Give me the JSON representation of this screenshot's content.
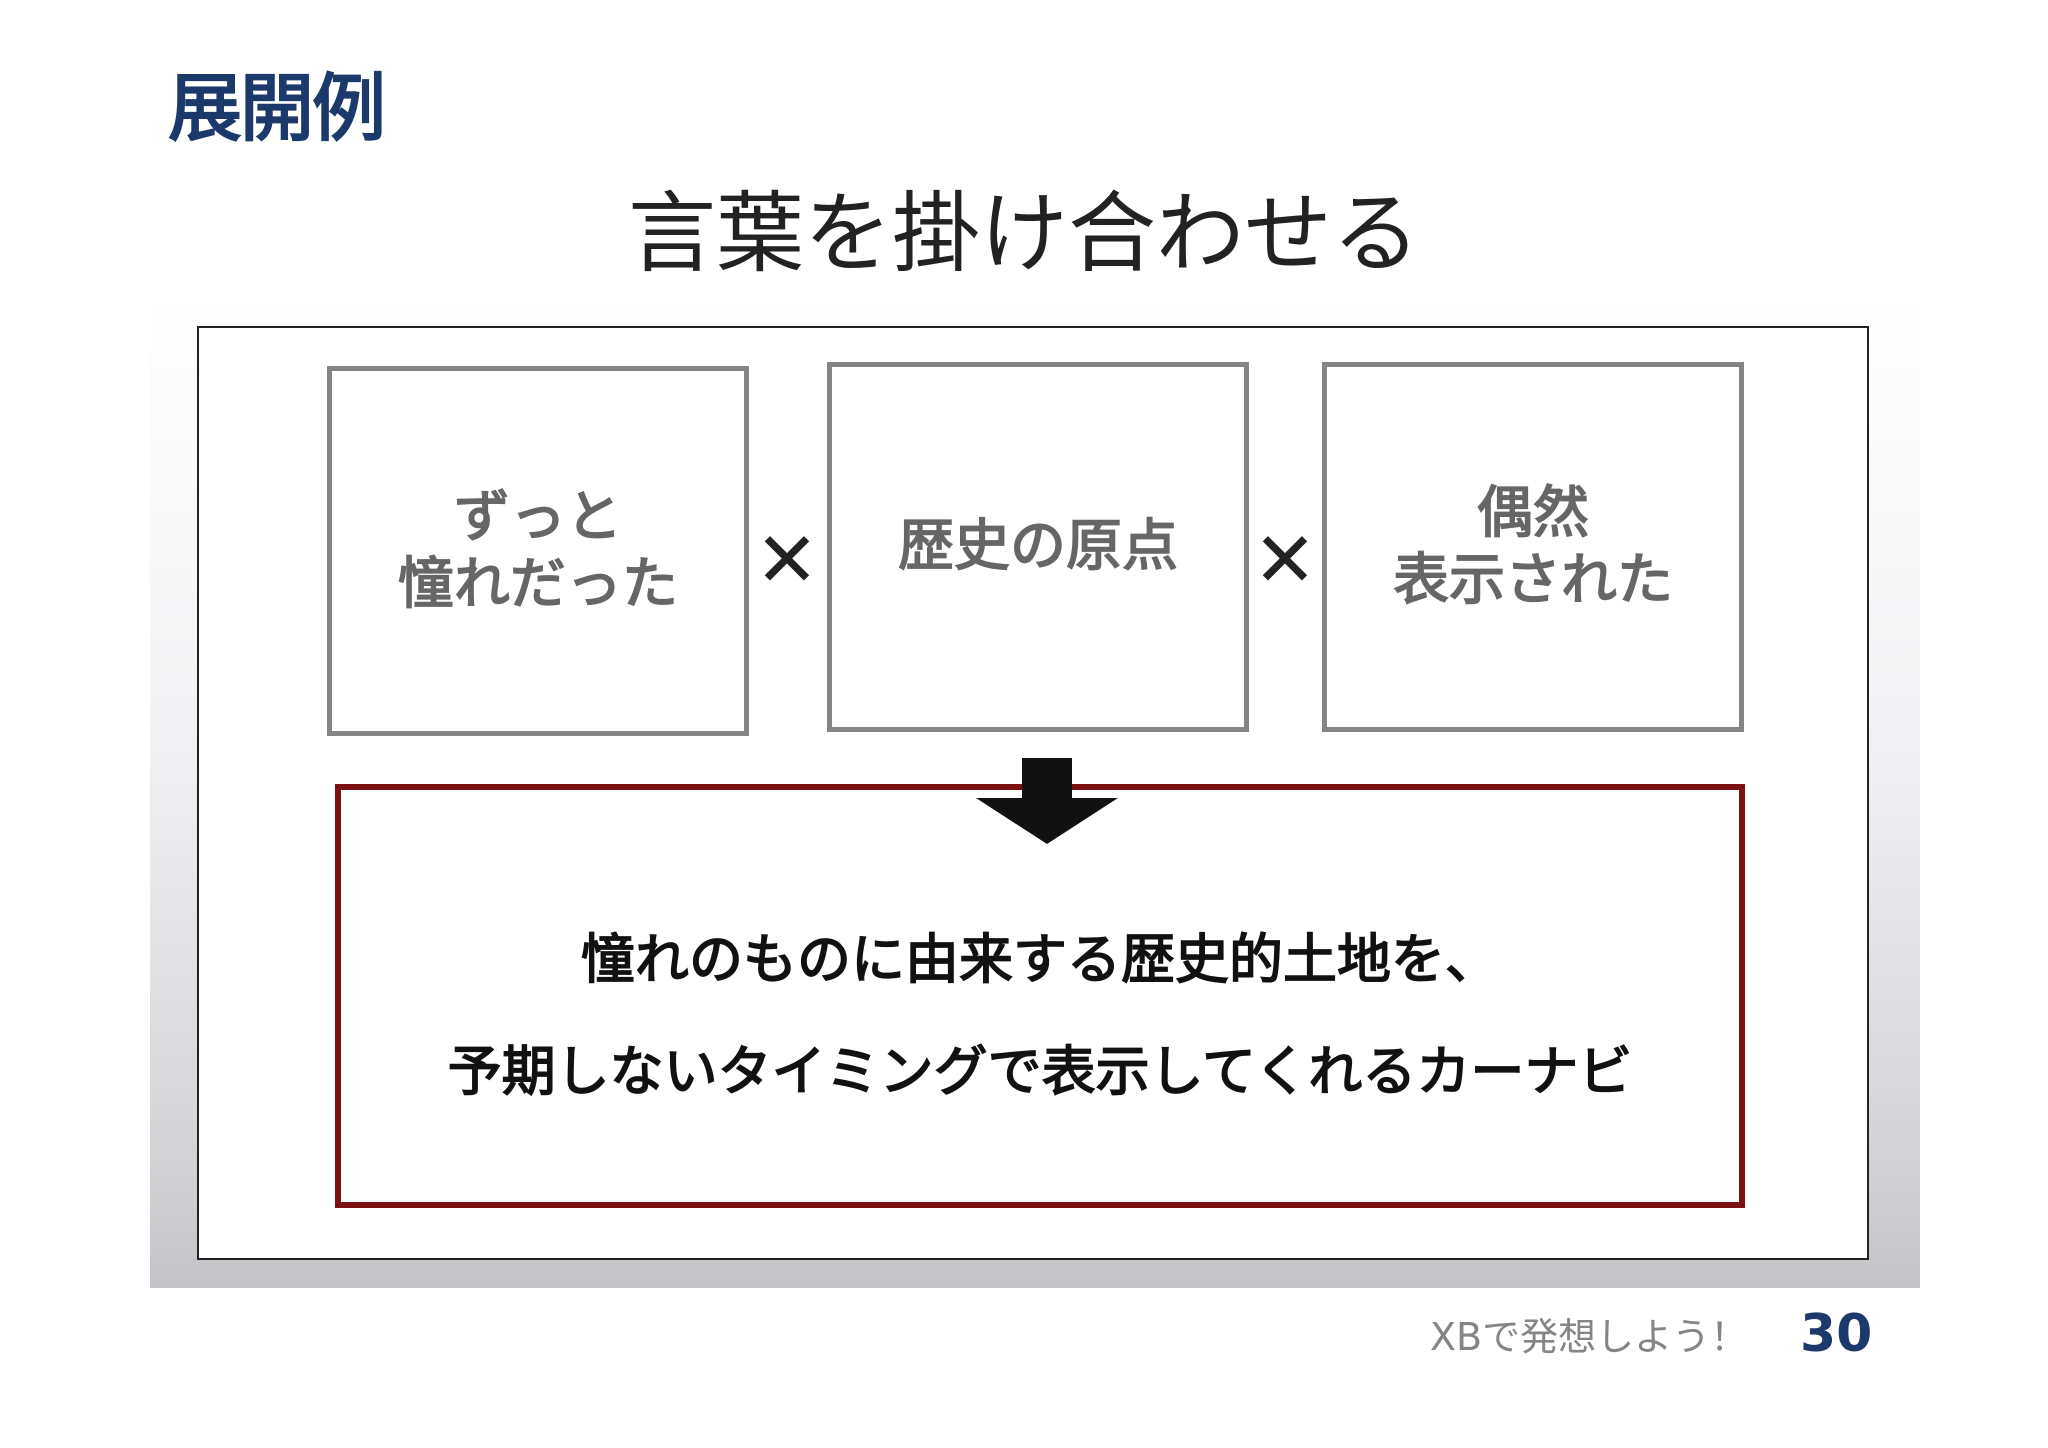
{
  "slide": {
    "title": "展開例",
    "subtitle": "言葉を掛け合わせる"
  },
  "terms": [
    {
      "line1": "ずっと",
      "line2": "憧れだった"
    },
    {
      "line1": "歴史の原点"
    },
    {
      "line1": "偶然",
      "line2": "表示された"
    }
  ],
  "operator": "✕",
  "result": {
    "line1": "憧れのものに由来する歴史的土地を、",
    "line2": "予期しないタイミングで表示してくれるカーナビ"
  },
  "footer": {
    "text": "XBで発想しよう！",
    "page_number": "30"
  }
}
